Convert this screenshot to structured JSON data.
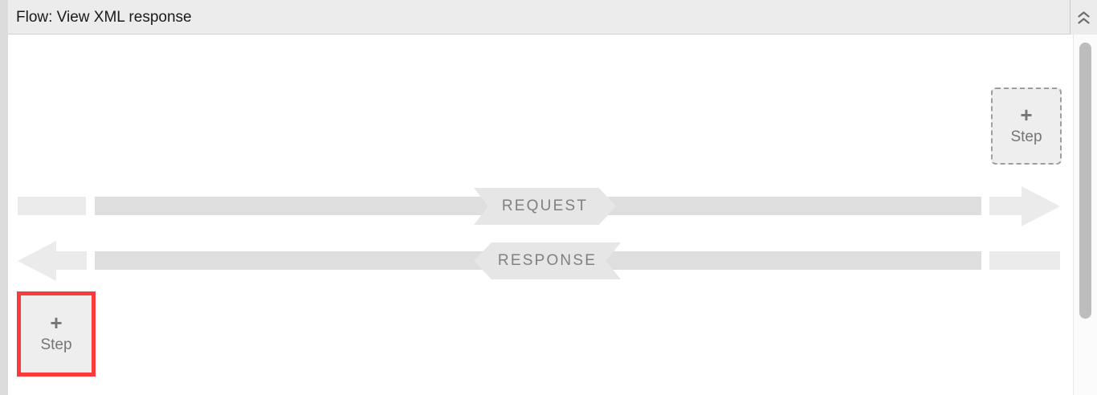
{
  "header": {
    "title": "Flow: View XML response",
    "collapse_icon": "chevron-double-up-icon"
  },
  "scrollbar": {
    "orientation": "vertical",
    "thumb_position": "top"
  },
  "flow": {
    "rows": [
      {
        "id": "request",
        "label": "REQUEST",
        "direction": "right",
        "arrow_icon": "arrow-right-icon"
      },
      {
        "id": "response",
        "label": "RESPONSE",
        "direction": "left",
        "arrow_icon": "arrow-left-icon"
      }
    ]
  },
  "step_buttons": {
    "top_right": {
      "plus": "+",
      "label": "Step",
      "state": "dashed"
    },
    "bottom_left": {
      "plus": "+",
      "label": "Step",
      "state": "highlighted"
    }
  },
  "colors": {
    "highlight": "#f93b3b",
    "header_bg": "#ececec",
    "bar": "#dedede",
    "bar_light": "#ebebeb",
    "banner": "#e6e6e6",
    "text_gray": "#808080"
  }
}
